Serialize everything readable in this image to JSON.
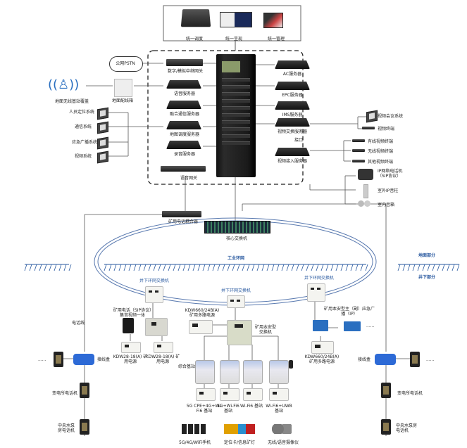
{
  "top_panel": {
    "items": [
      {
        "label": "统一调度",
        "icon": "dispatch-console-icon"
      },
      {
        "label": "统一呈现",
        "icon": "monitor-display-icon"
      },
      {
        "label": "统一管理",
        "icon": "management-computer-icon"
      }
    ]
  },
  "external": {
    "pstn_cloud": "公网PSTN",
    "ground_distribution_box": "地面配线箱",
    "ground_wireless_base_station": "地面无线基站覆盖"
  },
  "left_systems": [
    "人员定位系统",
    "通信系统",
    "应急广播系统",
    "视频系统"
  ],
  "left_servers": [
    "数字/模拟中继网关",
    "语音服务器",
    "融合通信服务器",
    "地图调度服务器",
    "录音服务器",
    "语音网关"
  ],
  "right_servers": [
    "AC服务器",
    "EPC服务器",
    "IMS服务器",
    "视频交换服务器",
    "视频接入服务器"
  ],
  "video_access_arrow_label": "接口",
  "right_groups": {
    "video_conf": [
      "视频会议系统",
      "视频终端"
    ],
    "video_terminals": [
      "有线视频终端",
      "无线视频终端",
      "其他视频终端"
    ],
    "ip_devices": [
      "IP网络电话机（SIP协议）",
      "室外IP音柱",
      "室内音箱"
    ]
  },
  "core": {
    "phone_coupler": "矿用电话耦合器",
    "core_switch": "核心交换机",
    "industrial_ring": "工业环网"
  },
  "zones": {
    "ground": "地面部分",
    "underground": "井下部分"
  },
  "ring_switches": [
    "井下环网交换机",
    "井下环网交换机",
    "井下环网交换机"
  ],
  "underground_left": {
    "phone_line": "电话线",
    "junction_box": "接线盒",
    "substation_phone": "变电所电话机",
    "pump_room_phone": "中央水泵房电话机",
    "ellipsis": "......"
  },
  "underground_right": {
    "junction_box": "接线盒",
    "substation_phone": "变电所电话机",
    "pump_room_phone": "中央水泵房电话机",
    "ellipsis": "......"
  },
  "mine_devices": {
    "sip_phone": "矿用电话（SIP协议）集音视频一体",
    "power_a1": "KDW28-18(A) 矿用电源",
    "power_a2": "KDW28-18(A) 矿用电源",
    "multi_power_center": "KDW660/24B(A) 矿用多路电源",
    "multi_power_right": "KDW660/24B(A) 矿用多路电源",
    "intrinsic_switch": "矿用本安型交换机",
    "broadcast": "矿用本安型主（副）应急广播（IP）",
    "composite_base": "综合基站"
  },
  "base_stations": [
    "5G CPE+4G+Wi-Fi6 基站",
    "4G+Wi-Fi6 基站",
    "Wi-Fi6 基站",
    "Wi-Fi6+UWB 基站"
  ],
  "terminals": [
    "5G/4G/WiFi手机",
    "定位卡/信息矿灯",
    "无线/语音摄像仪"
  ]
}
